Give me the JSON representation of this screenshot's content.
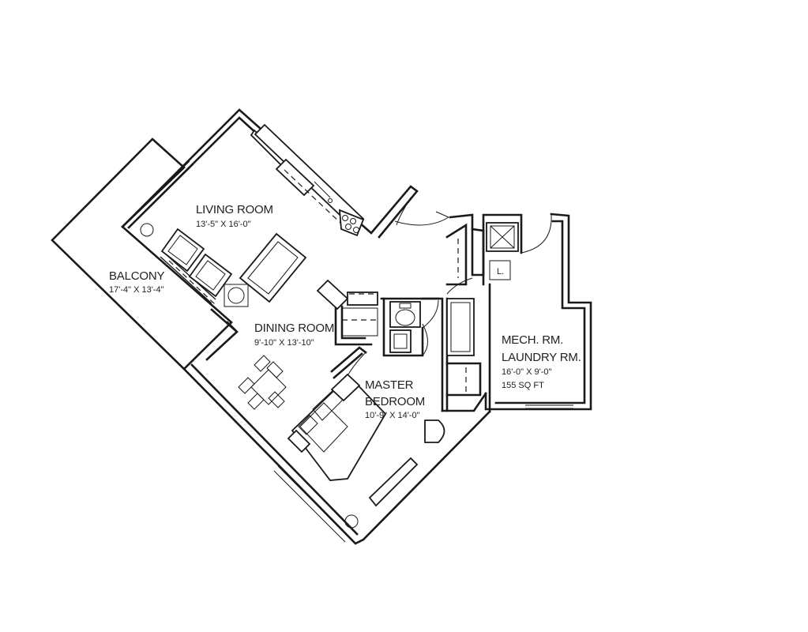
{
  "rooms": {
    "living": {
      "name": "LIVING ROOM",
      "size": "13'-5\" X 16'-0\""
    },
    "balcony": {
      "name": "BALCONY",
      "size": "17'-4\" X 13'-4\""
    },
    "dining": {
      "name": "DINING ROOM",
      "size": "9'-10\" X 13'-10\""
    },
    "bedroom": {
      "name_line1": "MASTER",
      "name_line2": "BEDROOM",
      "size": "10'-9\" X 14'-0\""
    },
    "mech": {
      "name_line1": "MECH. RM.",
      "name_line2": "LAUNDRY RM.",
      "size": "16'-0\" X 9'-0\"",
      "area": "155 SQ FT"
    }
  },
  "symbols": {
    "laundry_mark": "L."
  }
}
